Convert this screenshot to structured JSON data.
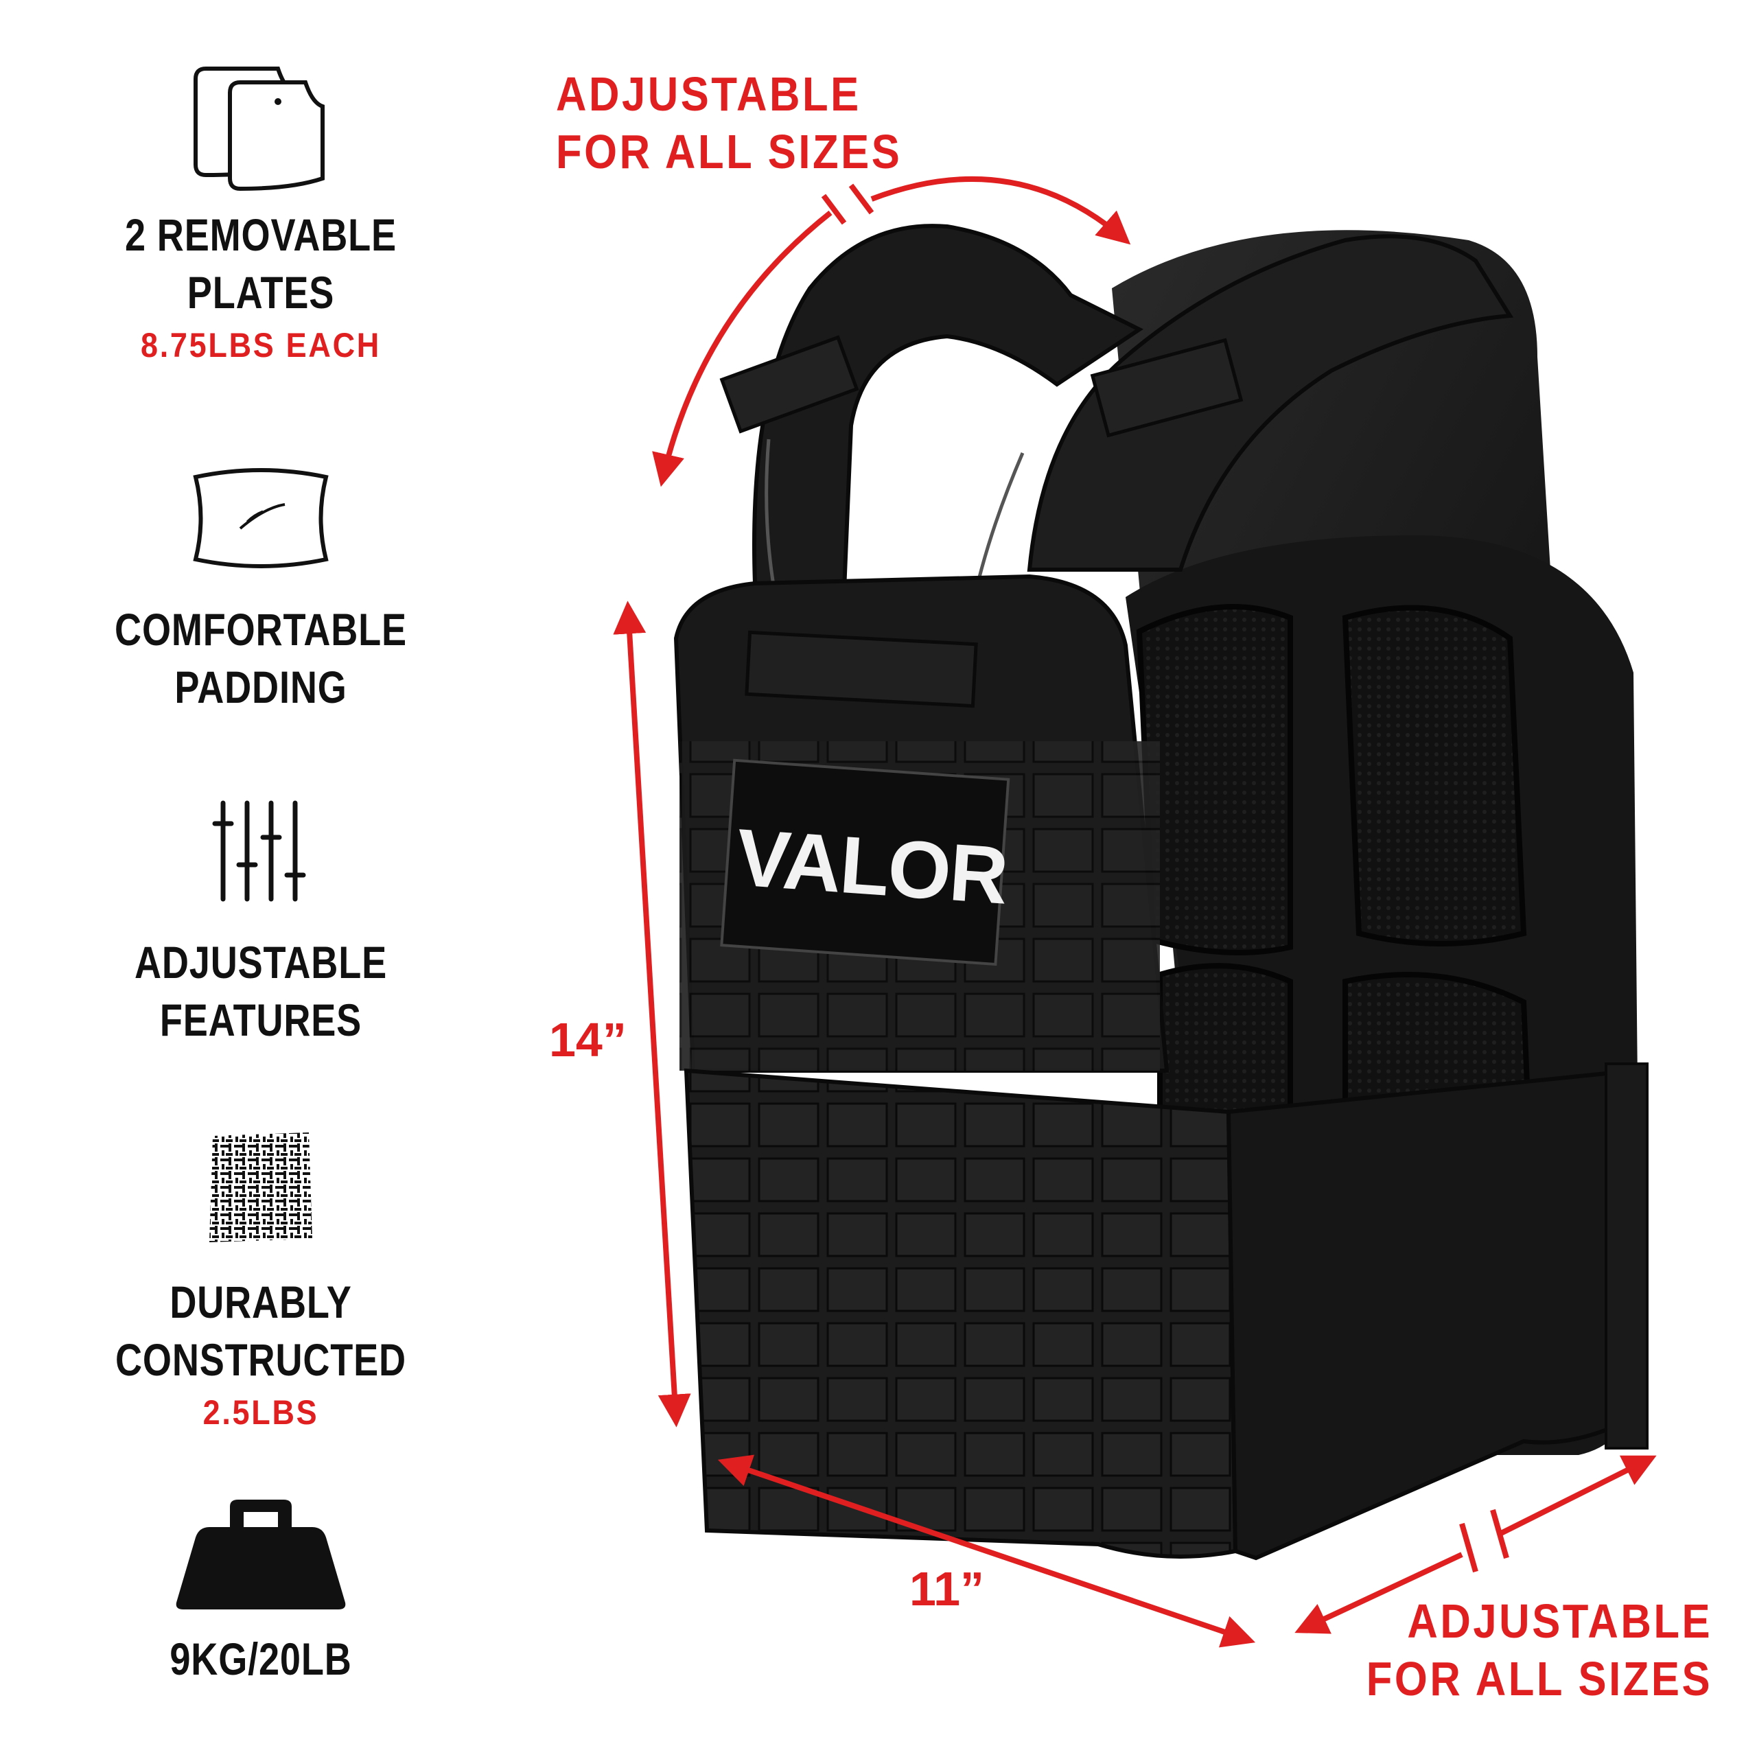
{
  "features": [
    {
      "icon": "plates-icon",
      "label": "2 REMOVABLE\nPLATES",
      "sub": "8.75LBS EACH"
    },
    {
      "icon": "padding-icon",
      "label": "COMFORTABLE\nPADDING",
      "sub": ""
    },
    {
      "icon": "adjust-sliders-icon",
      "label": "ADJUSTABLE\nFEATURES",
      "sub": ""
    },
    {
      "icon": "fabric-texture-icon",
      "label": "DURABLY\nCONSTRUCTED",
      "sub": "2.5LBS"
    },
    {
      "icon": "weight-icon",
      "label": "9KG/20LB",
      "sub": ""
    }
  ],
  "callouts": {
    "top": "ADJUSTABLE\nFOR ALL SIZES",
    "bottom": "ADJUSTABLE\nFOR ALL SIZES"
  },
  "dimensions": {
    "height": "14”",
    "width": "11”"
  },
  "product": {
    "logo_text": "VALOR"
  },
  "colors": {
    "accent": "#e02020",
    "ink": "#111111",
    "vest": "#1b1b1b"
  }
}
